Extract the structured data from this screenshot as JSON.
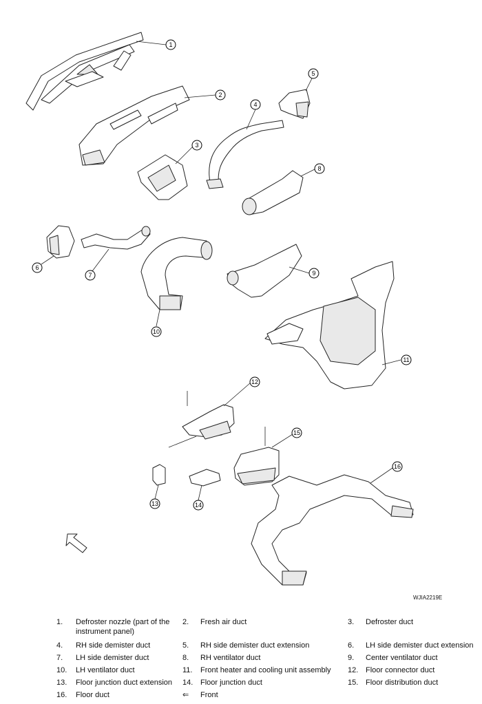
{
  "figure_code": "WJIA2219E",
  "callouts": [
    "1",
    "2",
    "3",
    "4",
    "5",
    "6",
    "7",
    "8",
    "9",
    "10",
    "11",
    "12",
    "13",
    "14",
    "15",
    "16"
  ],
  "legend": [
    [
      {
        "num": "1.",
        "text": "Defroster nozzle (part of the instrument panel)"
      },
      {
        "num": "2.",
        "text": "Fresh air duct"
      },
      {
        "num": "3.",
        "text": "Defroster duct"
      }
    ],
    [
      {
        "num": "4.",
        "text": "RH side demister duct"
      },
      {
        "num": "5.",
        "text": "RH side demister duct extension"
      },
      {
        "num": "6.",
        "text": "LH side demister duct extension"
      }
    ],
    [
      {
        "num": "7.",
        "text": "LH side demister duct"
      },
      {
        "num": "8.",
        "text": "RH ventilator duct"
      },
      {
        "num": "9.",
        "text": "Center ventilator duct"
      }
    ],
    [
      {
        "num": "10.",
        "text": "LH ventilator duct"
      },
      {
        "num": "11.",
        "text": "Front heater and cooling unit assembly"
      },
      {
        "num": "12.",
        "text": "Floor connector duct"
      }
    ],
    [
      {
        "num": "13.",
        "text": "Floor junction duct extension"
      },
      {
        "num": "14.",
        "text": "Floor junction duct"
      },
      {
        "num": "15.",
        "text": "Floor distribution duct"
      }
    ],
    [
      {
        "num": "16.",
        "text": "Floor duct"
      },
      {
        "num": "⇐",
        "text": "Front"
      }
    ]
  ]
}
